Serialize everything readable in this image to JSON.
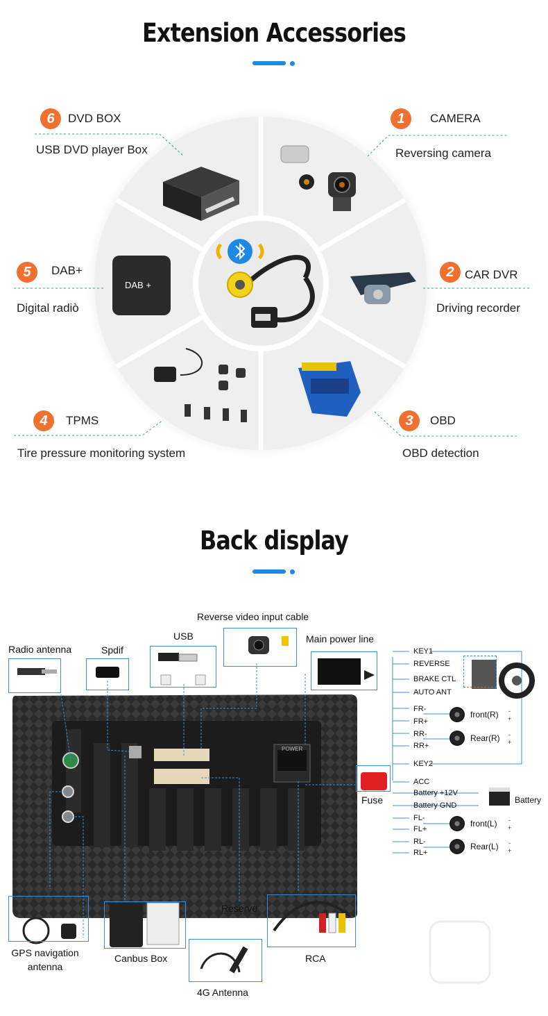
{
  "accessories": {
    "title": "Extension Accessories",
    "items": [
      {
        "num": "1",
        "name": "CAMERA",
        "desc": "Reversing camera"
      },
      {
        "num": "2",
        "name": "CAR DVR",
        "desc": "Driving recorder"
      },
      {
        "num": "3",
        "name": "OBD",
        "desc": "OBD detection"
      },
      {
        "num": "4",
        "name": "TPMS",
        "desc": "Tire pressure monitoring system"
      },
      {
        "num": "5",
        "name": "DAB+",
        "desc": "Digital radiò"
      },
      {
        "num": "6",
        "name": "DVD BOX",
        "desc": "USB DVD player Box"
      }
    ],
    "dab_box_text": "DAB +"
  },
  "back_display": {
    "title": "Back display",
    "labels": {
      "reverse_video": "Reverse video input cable",
      "radio_antenna": "Radio antenna",
      "spdif": "Spdif",
      "usb": "USB",
      "main_power": "Main power line",
      "fuse": "Fuse",
      "reserve": "Reserve",
      "gps": "GPS navigation antenna",
      "canbus": "Canbus Box",
      "rca": "RCA",
      "antenna_4g": "4G Antenna",
      "battery": "Battery",
      "power_port": "POWER"
    },
    "wires": [
      "KEY1",
      "REVERSE",
      "BRAKE CTL",
      "AUTO ANT",
      "FR-",
      "FR+",
      "RR-",
      "RR+",
      "KEY2",
      "ACC",
      "Battery +12V",
      "Battery GND",
      "FL-",
      "FL+",
      "RL-",
      "RL+"
    ],
    "speakers": [
      "front(R)",
      "Rear(R)",
      "front(L)",
      "Rear(L)"
    ],
    "speaker_signs": {
      "minus": "-",
      "plus": "+"
    }
  },
  "colors": {
    "accent": "#f07030",
    "blue": "#1e88e5",
    "line_blue": "#3b8fd6",
    "dash_green": "#2aa876"
  }
}
